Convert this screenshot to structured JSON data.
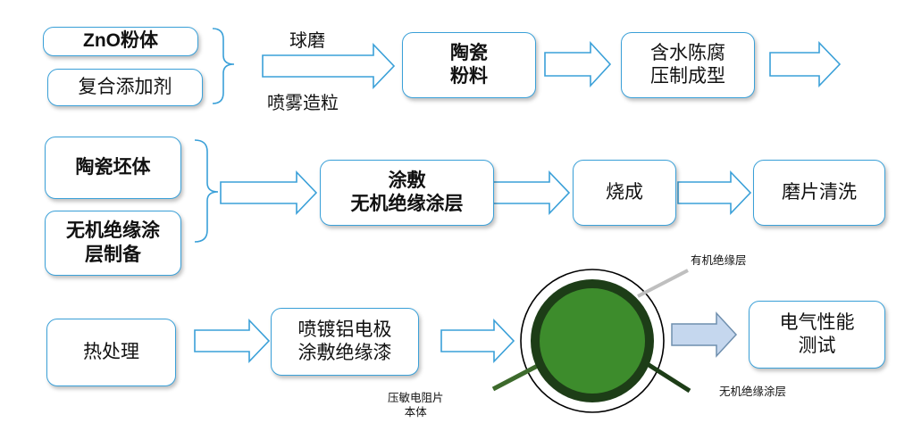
{
  "row1": {
    "zno": "ZnO粉体",
    "additive": "复合添加剂",
    "label_top": "球磨",
    "label_bottom": "喷雾造粒",
    "ceramic_powder": "陶瓷\n粉料",
    "forming": "含水陈腐\n压制成型"
  },
  "row2": {
    "green_body": "陶瓷坯体",
    "coating_prep": "无机绝缘涂\n层制备",
    "coating_apply": "涂敷\n无机绝缘涂层",
    "sinter": "烧成",
    "grind": "磨片清洗"
  },
  "row3": {
    "heat": "热处理",
    "electrode": "喷镀铝电极\n涂敷绝缘漆",
    "test": "电气性能\n测试"
  },
  "annotations": {
    "organic": "有机绝缘层",
    "varistor": "压敏电阻片\n本体",
    "inorganic": "无机绝缘涂层"
  },
  "colors": {
    "border": "#3aa0d8",
    "arrow_fill": "#ffffff",
    "test_arrow_fill": "#c5d7ee",
    "disc_outer": "#1d3d17",
    "disc_inner": "#3d8c2c"
  }
}
